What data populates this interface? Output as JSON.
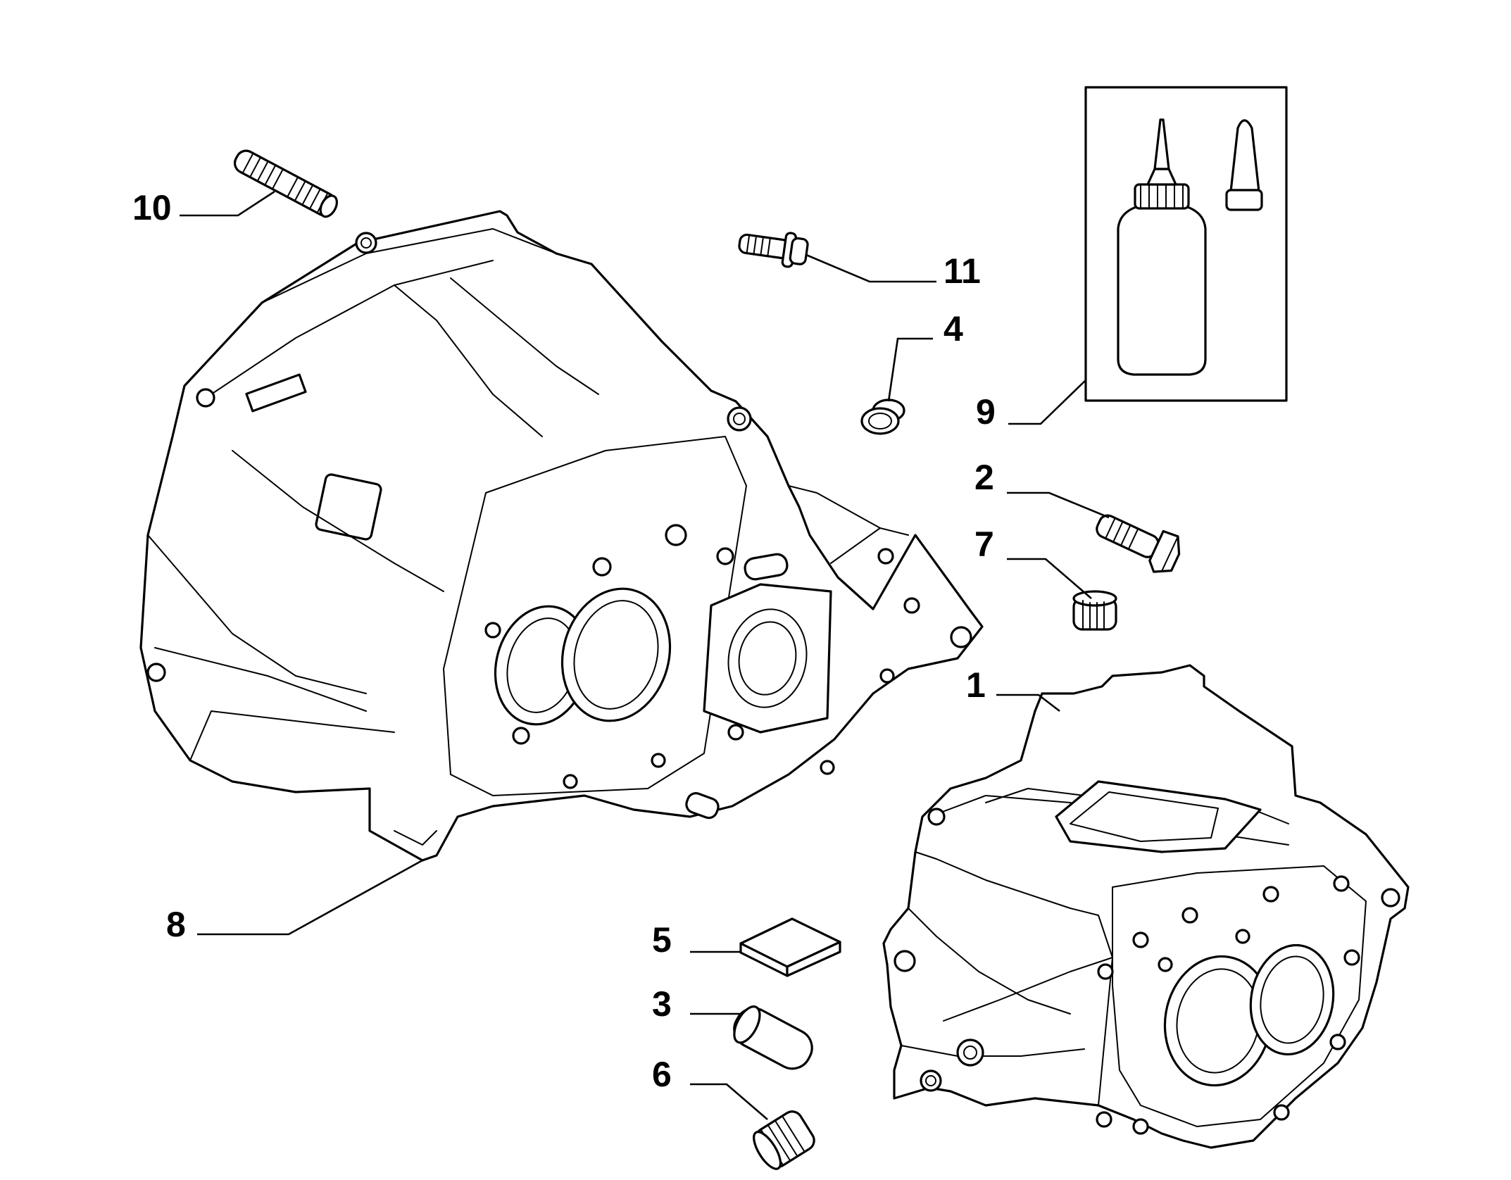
{
  "diagram": {
    "callouts": [
      {
        "id": "c10",
        "label": "10"
      },
      {
        "id": "c11",
        "label": "11"
      },
      {
        "id": "c4",
        "label": "4"
      },
      {
        "id": "c9",
        "label": "9"
      },
      {
        "id": "c2",
        "label": "2"
      },
      {
        "id": "c7",
        "label": "7"
      },
      {
        "id": "c1",
        "label": "1"
      },
      {
        "id": "c8",
        "label": "8"
      },
      {
        "id": "c5",
        "label": "5"
      },
      {
        "id": "c3",
        "label": "3"
      },
      {
        "id": "c6",
        "label": "6"
      }
    ],
    "parts": {
      "p1": "gearbox-housing",
      "p2": "hex-bolt",
      "p3": "dowel-sleeve",
      "p4": "plug",
      "p5": "gasket-pad",
      "p6": "threaded-plug",
      "p7": "threaded-plug",
      "p8": "clutch-bell-housing",
      "p9": "sealant-tube",
      "p10": "stud",
      "p11": "flange-bolt"
    },
    "colors": {
      "ink": "#000000",
      "background": "#ffffff"
    }
  }
}
